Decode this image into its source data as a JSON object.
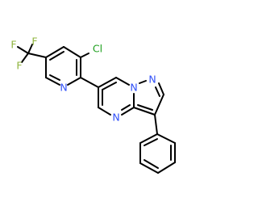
{
  "colors": {
    "bond": "#000000",
    "nitrogen": "#3050F8",
    "chlorine": "#1FA01F",
    "fluorine": "#8FB43E"
  },
  "atoms": [
    {
      "id": "F1",
      "label": "F",
      "element": "fluorine"
    },
    {
      "id": "F2",
      "label": "F",
      "element": "fluorine"
    },
    {
      "id": "F3",
      "label": "F",
      "element": "fluorine"
    },
    {
      "id": "Cl",
      "label": "Cl",
      "element": "chlorine"
    },
    {
      "id": "Npy",
      "label": "N",
      "element": "nitrogen"
    },
    {
      "id": "N7",
      "label": "N",
      "element": "nitrogen"
    },
    {
      "id": "N1",
      "label": "N",
      "element": "nitrogen"
    },
    {
      "id": "N4",
      "label": "N",
      "element": "nitrogen"
    }
  ]
}
